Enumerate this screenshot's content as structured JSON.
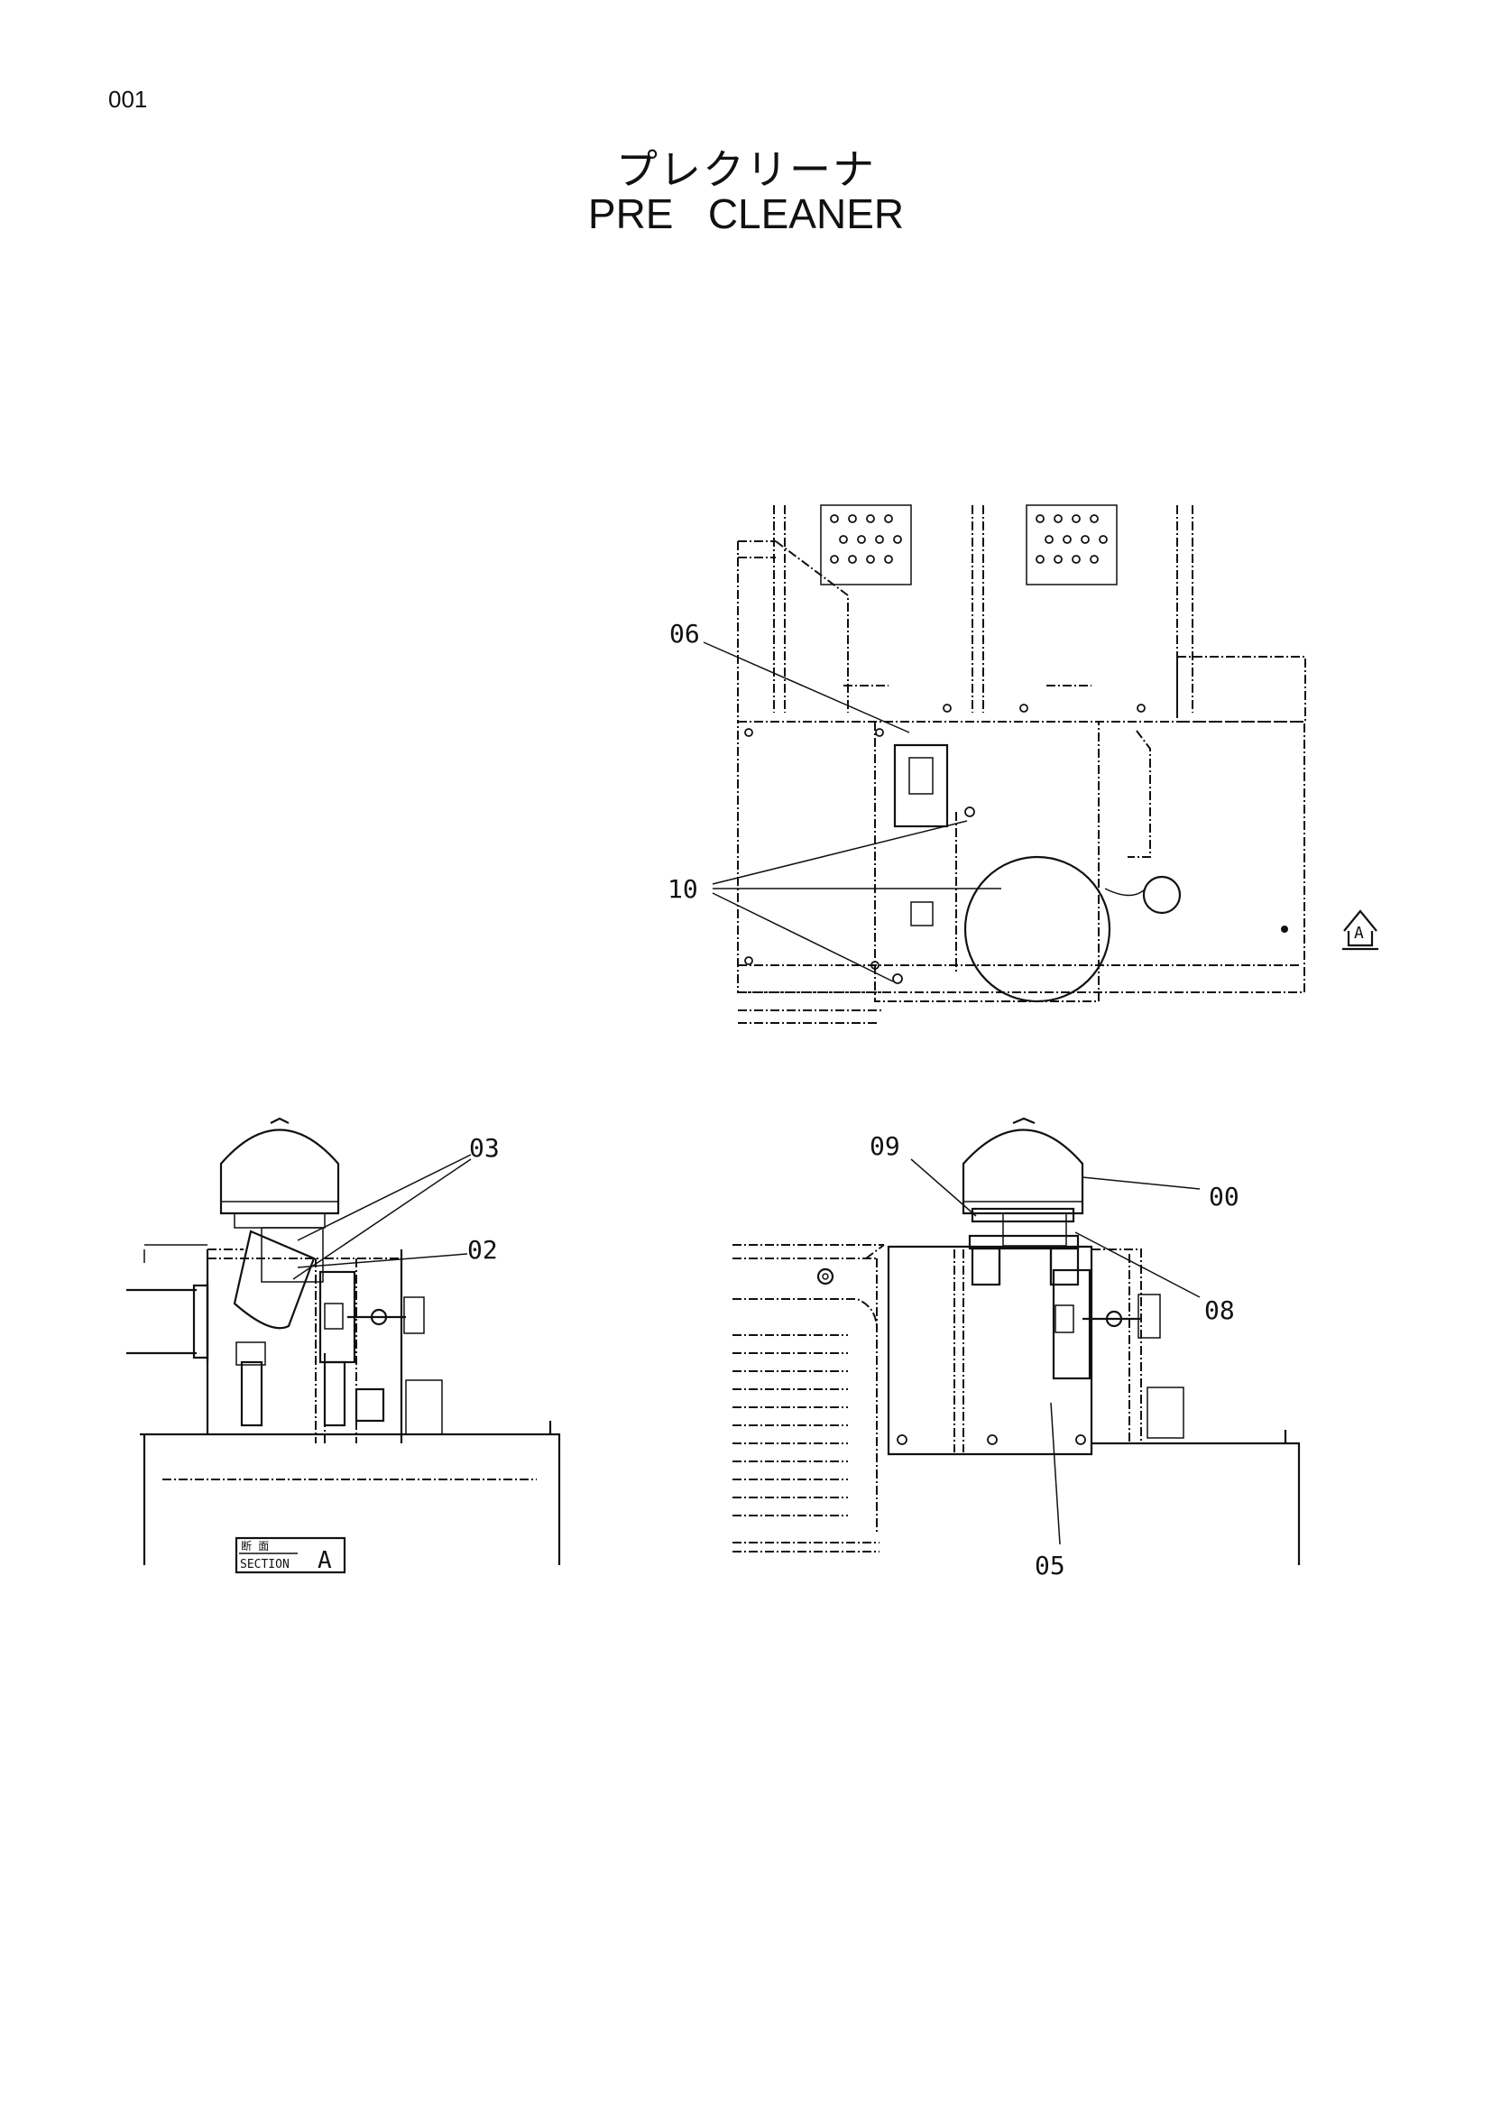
{
  "page": {
    "number": "001"
  },
  "title": {
    "japanese": "プレクリーナ",
    "english": "PRE   CLEANER"
  },
  "callouts": {
    "c00": "00",
    "c02": "02",
    "c03": "03",
    "c05": "05",
    "c06": "06",
    "c08": "08",
    "c09": "09",
    "c10": "10"
  },
  "view_marker": "A",
  "section_label": {
    "japanese": "断 面",
    "english": "SECTION",
    "letter": "A"
  }
}
